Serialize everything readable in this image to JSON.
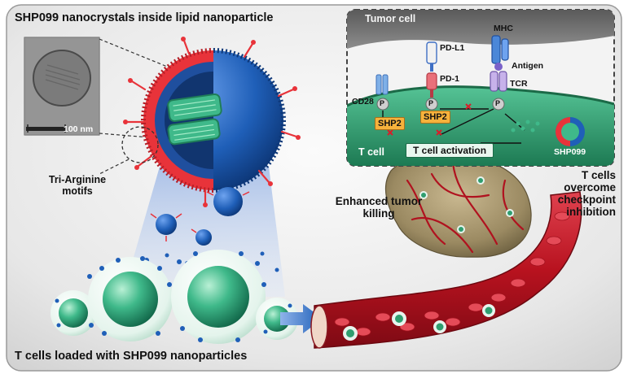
{
  "title": "SHP099 nanocrystals inside lipid nanoparticle",
  "micrograph": {
    "scale_bar": "100 nm"
  },
  "labels": {
    "tri_arginine": "Tri-Arginine motifs",
    "tumor_cell": "Tumor cell",
    "t_cell": "T cell",
    "pd_l1": "PD-L1",
    "pd_1": "PD-1",
    "mhc": "MHC",
    "antigen": "Antigen",
    "tcr": "TCR",
    "cd28": "CD28",
    "shp2_left": "SHP2",
    "shp2_center": "SHP2",
    "t_cell_activation": "T cell activation",
    "shp099": "SHP099",
    "phospho": "P",
    "enhanced_killing": "Enhanced tumor killing",
    "overcome": "T cells overcome checkpoint inhibition",
    "bottom_caption": "T cells loaded with SHP099 nanoparticles"
  },
  "colors": {
    "lnp_blue": "#1f5fb8",
    "lnp_red": "#e8333a",
    "nanocrystal_green": "#3fb98a",
    "tcell_green": "#2f9e6f",
    "tumor_gray": "#7d7d7d",
    "blood_red": "#c0182a",
    "shp2_orange": "#f6b23c"
  }
}
